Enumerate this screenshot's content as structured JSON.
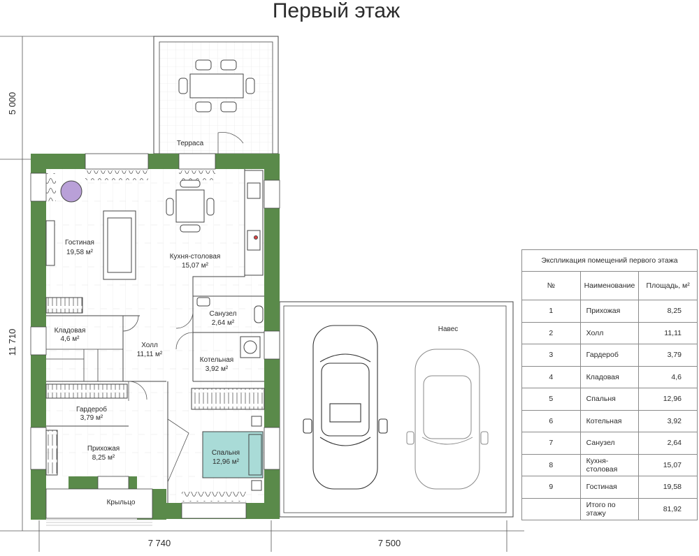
{
  "title": "Первый этаж",
  "rooms": {
    "terrace": "Терраса",
    "living": {
      "name": "Гостиная",
      "area": "19,58 м²"
    },
    "kitchen": {
      "name": "Кухня-столовая",
      "area": "15,07 м²"
    },
    "bathroom": {
      "name": "Санузел",
      "area": "2,64 м²"
    },
    "storage": {
      "name": "Кладовая",
      "area": "4,6 м²"
    },
    "hall": {
      "name": "Холл",
      "area": "11,11 м²"
    },
    "boiler": {
      "name": "Котельная",
      "area": "3,92 м²"
    },
    "wardrobe": {
      "name": "Гардероб",
      "area": "3,79 м²"
    },
    "entrance": {
      "name": "Прихожая",
      "area": "8,25 м²"
    },
    "bedroom": {
      "name": "Спальня",
      "area": "12,96 м²"
    },
    "porch": "Крыльцо",
    "carport": "Навес"
  },
  "dimensions": {
    "terrace_depth": "5 000",
    "house_depth": "11 710",
    "house_width": "7 740",
    "carport_width": "7 500"
  },
  "colors": {
    "wall": "#5a8a4a",
    "bed": "#a9dbd7",
    "chair": "#b9a0d8",
    "line": "#3a3a3a"
  },
  "explication": {
    "caption": "Экспликация помещений первого этажа",
    "headers": {
      "num": "№",
      "name": "Наименование",
      "area": "Площадь, м²"
    },
    "rows": [
      {
        "num": "1",
        "name": "Прихожая",
        "area": "8,25"
      },
      {
        "num": "2",
        "name": "Холл",
        "area": "11,11"
      },
      {
        "num": "3",
        "name": "Гардероб",
        "area": "3,79"
      },
      {
        "num": "4",
        "name": "Кладовая",
        "area": "4,6"
      },
      {
        "num": "5",
        "name": "Спальня",
        "area": "12,96"
      },
      {
        "num": "6",
        "name": "Котельная",
        "area": "3,92"
      },
      {
        "num": "7",
        "name": "Санузел",
        "area": "2,64"
      },
      {
        "num": "8",
        "name": "Кухня-столовая",
        "area": "15,07"
      },
      {
        "num": "9",
        "name": "Гостиная",
        "area": "19,58"
      }
    ],
    "total": {
      "name": "Итого по этажу",
      "area": "81,92"
    }
  }
}
